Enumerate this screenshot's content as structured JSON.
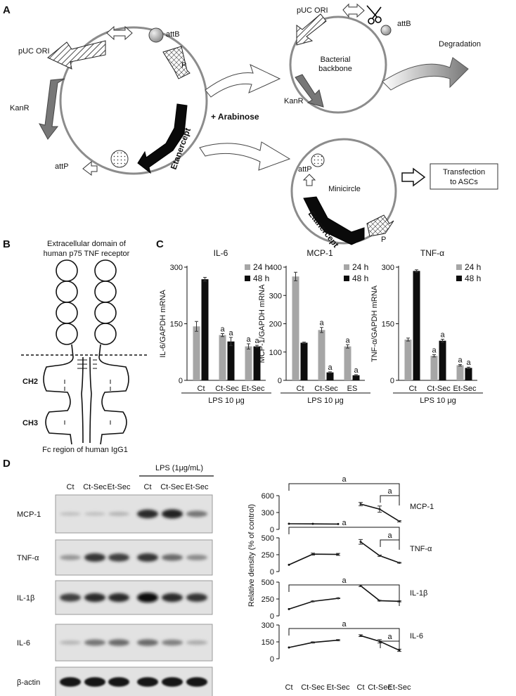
{
  "panel_labels": {
    "a": "A",
    "b": "B",
    "c": "C",
    "d": "D"
  },
  "panel_a": {
    "plasmid": {
      "pUC": "pUC ORI",
      "attB": "attB",
      "P": "P",
      "KanR": "KanR",
      "attP": "attP",
      "etanercept": "Etanercept"
    },
    "arabinose": "+ Arabinose",
    "backbone": {
      "pUC": "pUC ORI",
      "attB": "attB",
      "KanR": "KanR",
      "name1": "Bacterial",
      "name2": "backbone"
    },
    "degradation": "Degradation",
    "minicircle": {
      "attP": "attP",
      "name": "Minicircle",
      "etanercept": "Etanercept",
      "P": "P"
    },
    "transfection": [
      "Transfection",
      "to ASCs"
    ]
  },
  "panel_b": {
    "title": [
      "Extracellular domain of",
      "human p75 TNF receptor"
    ],
    "ch2": "CH2",
    "ch3": "CH3",
    "footer": "Fc region of human IgG1"
  },
  "legend": {
    "s24": "24 h",
    "s48": "48 h"
  },
  "colors": {
    "s24": "#a6a6a6",
    "s48": "#0d0d0d"
  },
  "chart_data": [
    {
      "type": "bar",
      "title": "IL-6",
      "ylabel": "IL-6/GAPDH mRNA",
      "xlabel": "LPS 10 μg",
      "categories": [
        "Ct",
        "Ct-Sec",
        "Et-Sec"
      ],
      "ylim": [
        0,
        300
      ],
      "yticks": [
        0,
        150,
        300
      ],
      "series": [
        {
          "name": "24 h",
          "values": [
            143,
            120,
            90
          ],
          "errors": [
            13,
            4,
            7
          ],
          "sig": [
            "",
            "a",
            "a"
          ]
        },
        {
          "name": "48 h",
          "values": [
            268,
            103,
            90
          ],
          "errors": [
            5,
            11,
            3
          ],
          "sig": [
            "",
            "a",
            "a"
          ]
        }
      ]
    },
    {
      "type": "bar",
      "title": "MCP-1",
      "ylabel": "MCP-1/GAPDH mRNA",
      "xlabel": "LPS 10 μg",
      "categories": [
        "Ct",
        "Ct-Sec",
        "ES"
      ],
      "ylim": [
        0,
        400
      ],
      "yticks": [
        0,
        100,
        200,
        300,
        400
      ],
      "series": [
        {
          "name": "24 h",
          "values": [
            367,
            178,
            120
          ],
          "errors": [
            15,
            9,
            6
          ],
          "sig": [
            "",
            "a",
            "a"
          ]
        },
        {
          "name": "48 h",
          "values": [
            133,
            28,
            18
          ],
          "errors": [
            2,
            2,
            2
          ],
          "sig": [
            "",
            "a",
            "a"
          ]
        }
      ]
    },
    {
      "type": "bar",
      "title": "TNF-α",
      "ylabel": "TNF-α/GAPDH mRNA",
      "xlabel": "LPS 10 μg",
      "categories": [
        "Ct",
        "Ct-Sec",
        "Et-Sec"
      ],
      "ylim": [
        0,
        300
      ],
      "yticks": [
        0,
        150,
        300
      ],
      "series": [
        {
          "name": "24 h",
          "values": [
            108,
            65,
            40
          ],
          "errors": [
            4,
            3,
            2
          ],
          "sig": [
            "",
            "a",
            "a"
          ]
        },
        {
          "name": "48 h",
          "values": [
            290,
            105,
            33
          ],
          "errors": [
            3,
            4,
            2
          ],
          "sig": [
            "",
            "a",
            "a"
          ]
        }
      ]
    },
    {
      "type": "line",
      "title": "MCP-1",
      "ylim": [
        0,
        600
      ],
      "yticks": [
        0,
        300,
        600
      ],
      "x": [
        "Ct",
        "Ct-Sec",
        "Et-Sec",
        "Ct",
        "Ct-Sec",
        "Et-Sec"
      ],
      "groups": [
        {
          "values": [
            100,
            98,
            95
          ],
          "errors": [
            0,
            0,
            0
          ]
        },
        {
          "values": [
            450,
            360,
            145
          ],
          "errors": [
            30,
            55,
            12
          ]
        }
      ],
      "sig": [
        "a",
        "a"
      ]
    },
    {
      "type": "line",
      "title": "TNF-α",
      "ylim": [
        0,
        500
      ],
      "yticks": [
        0,
        250,
        500
      ],
      "x": [
        "Ct",
        "Ct-Sec",
        "Et-Sec",
        "Ct",
        "Ct-Sec",
        "Et-Sec"
      ],
      "groups": [
        {
          "values": [
            100,
            258,
            255
          ],
          "errors": [
            0,
            15,
            15
          ]
        },
        {
          "values": [
            440,
            235,
            130
          ],
          "errors": [
            35,
            10,
            5
          ]
        }
      ],
      "sig": [
        "a",
        "a"
      ]
    },
    {
      "type": "line",
      "title": "IL-1β",
      "ylim": [
        0,
        500
      ],
      "yticks": [
        0,
        250,
        500
      ],
      "x": [
        "Ct",
        "Ct-Sec",
        "Et-Sec",
        "Ct",
        "Ct-Sec",
        "Et-Sec"
      ],
      "groups": [
        {
          "values": [
            100,
            215,
            260
          ],
          "errors": [
            0,
            5,
            5
          ]
        },
        {
          "values": [
            445,
            225,
            215
          ],
          "errors": [
            12,
            6,
            8
          ]
        }
      ],
      "sig": [
        "a"
      ]
    },
    {
      "type": "line",
      "title": "IL-6",
      "ylim": [
        0,
        300
      ],
      "yticks": [
        0,
        150,
        300
      ],
      "x": [
        "Ct",
        "Ct-Sec",
        "Et-Sec",
        "Ct",
        "Ct-Sec",
        "Et-Sec"
      ],
      "groups": [
        {
          "values": [
            100,
            145,
            165
          ],
          "errors": [
            0,
            5,
            5
          ]
        },
        {
          "values": [
            205,
            155,
            75
          ],
          "errors": [
            8,
            15,
            10
          ]
        }
      ],
      "sig": [
        "a",
        "a"
      ]
    }
  ],
  "panel_d": {
    "lps": "LPS (1μg/mL)",
    "lanes": [
      "Ct",
      "Ct-Sec",
      "Et-Sec",
      "Ct",
      "Ct-Sec",
      "Et-Sec"
    ],
    "blots": [
      "MCP-1",
      "TNF-α",
      "IL-1β",
      "IL-6",
      "β-actin"
    ],
    "ylabel": "Relative density (% of control)"
  }
}
